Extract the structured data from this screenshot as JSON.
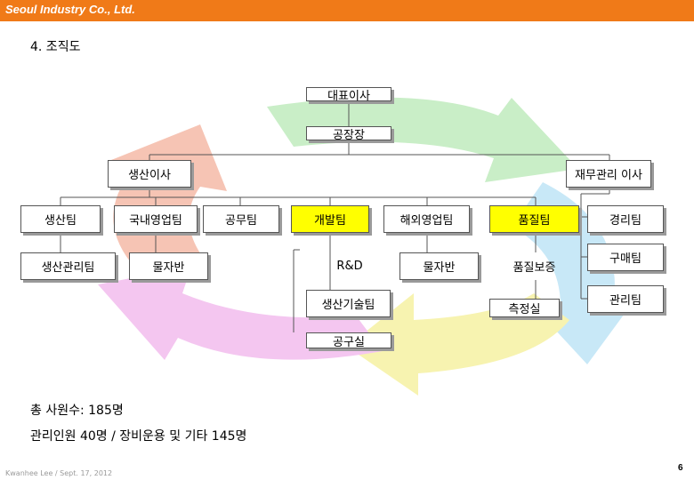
{
  "header": {
    "title": "Seoul Industry Co., Ltd."
  },
  "section": {
    "title": "4. 조직도"
  },
  "org": {
    "ceo": "대표이사",
    "plant_manager": "공장장",
    "production_director": "생산이사",
    "finance_director": "재무관리 이사",
    "production_team": "생산팀",
    "production_mgmt_team": "생산관리팀",
    "domestic_sales_team": "국내영업팀",
    "domestic_materials": "물자반",
    "engineering_team": "공무팀",
    "development_team": "개발팀",
    "rnd": "R&D",
    "production_tech_team": "생산기술팀",
    "overseas_sales_team": "해외영업팀",
    "overseas_materials": "물자반",
    "quality_team": "품질팀",
    "quality_assurance": "품질보증",
    "measurement_room": "측정실",
    "accounting_team": "경리팀",
    "purchasing_team": "구매팀",
    "admin_team": "관리팀",
    "tool_room": "공구실"
  },
  "colors": {
    "header": "#f07a18",
    "highlight": "#ffff00",
    "arrow_green": "#c9eec7",
    "arrow_pink": "#f4c6f0",
    "arrow_blue": "#c8e8f7",
    "arrow_salmon": "#f6c4b4",
    "arrow_yellow": "#f7f3b0"
  },
  "footer": {
    "total_staff": "총 사원수: 185명",
    "breakdown": "관리인원 40명 / 장비운용 및 기타 145명",
    "copyright": "Kwanhee Lee / Sept. 17, 2012",
    "page_number": "6"
  }
}
